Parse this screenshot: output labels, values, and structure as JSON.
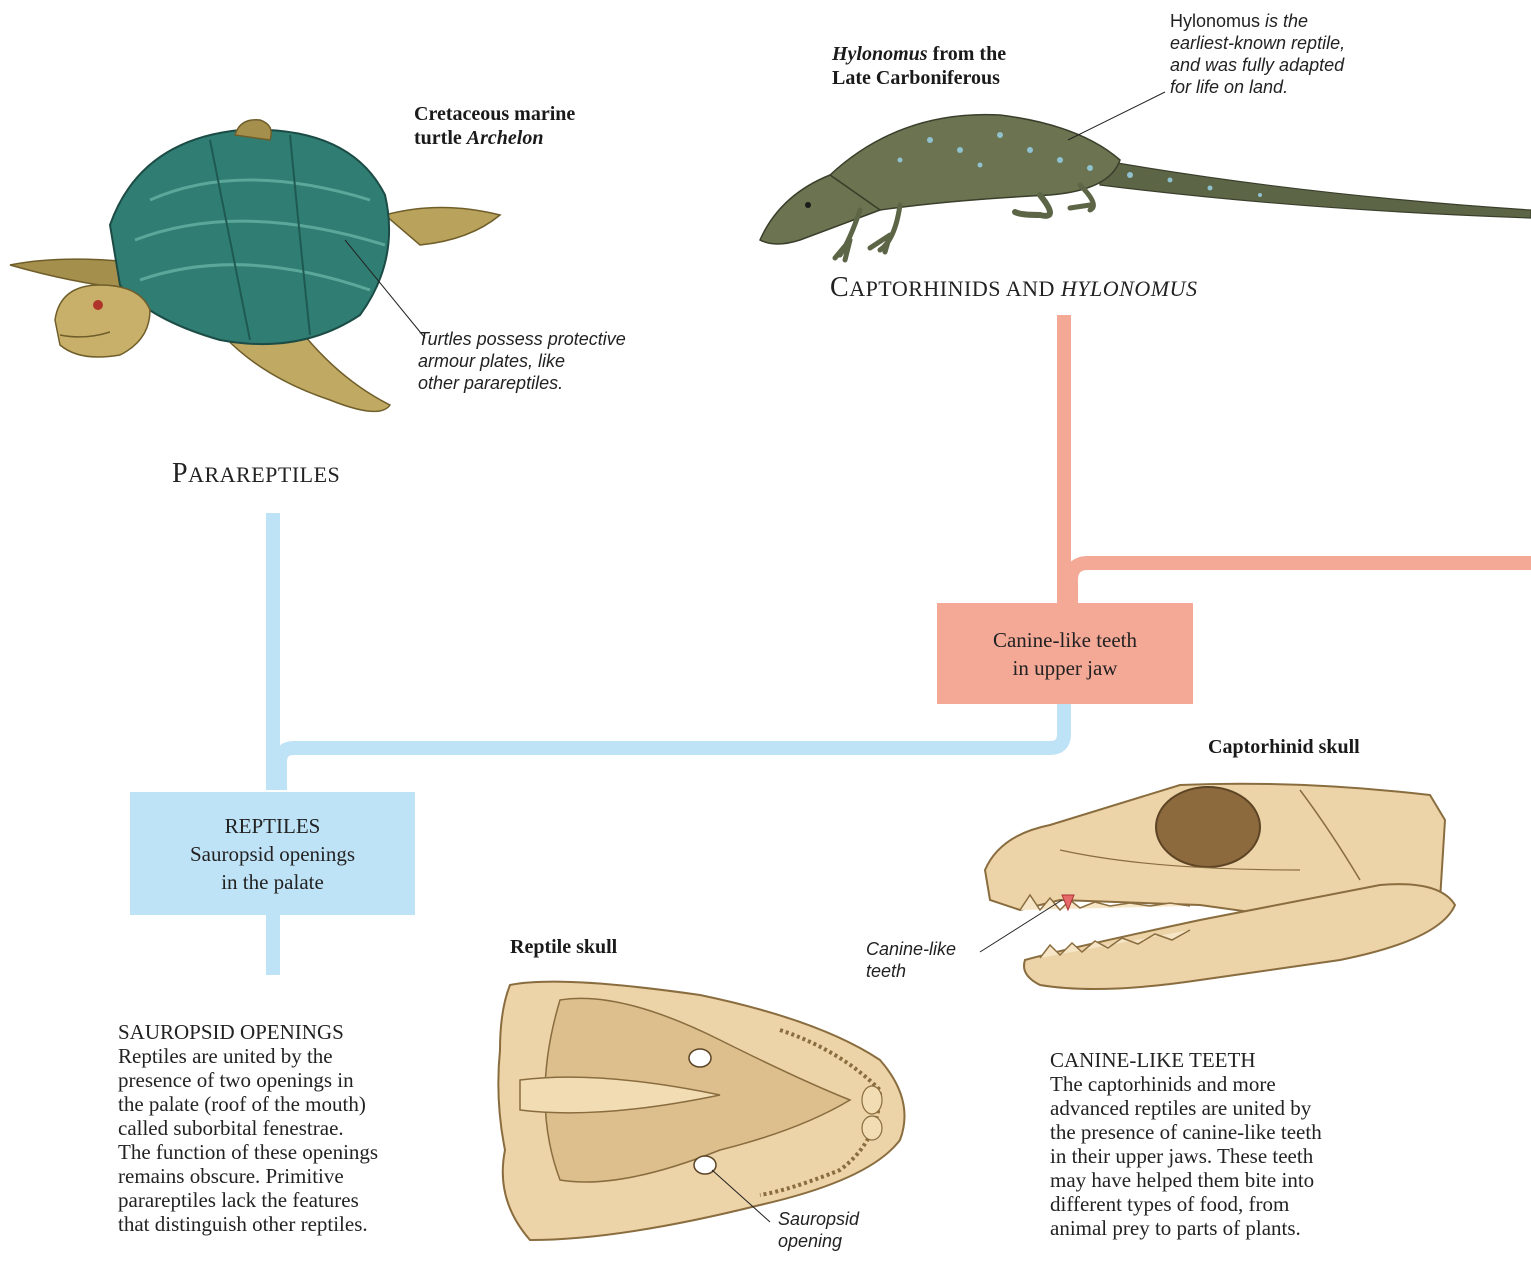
{
  "colors": {
    "blue_branch": "#bfe3f6",
    "salmon_branch": "#f4a896",
    "bone": "#ecd3a8",
    "bone_dark": "#b8945c",
    "turtle_shell": "#2f7d73",
    "lizard": "#6c7350"
  },
  "turtle": {
    "caption_line1": "Cretaceous marine",
    "caption_line2_plain": "turtle ",
    "caption_line2_italic": "Archelon",
    "note_line1": "Turtles possess protective",
    "note_line2": "armour plates, like",
    "note_line3": "other parareptiles.",
    "group_cap": "P",
    "group_rest": "ARAREPTILES"
  },
  "hylonomus": {
    "caption_italic": "Hylonomus",
    "caption_line1_rest": " from the",
    "caption_line2": "Late Carboniferous",
    "note_plain": "Hylonomus",
    "note_line1_rest": " is the",
    "note_line2": "earliest-known reptile,",
    "note_line3": "and was fully adapted",
    "note_line4": "for life on land.",
    "group_cap": "C",
    "group_rest": "APTORHINIDS AND ",
    "group_italic": "HYLONOMUS"
  },
  "canine_box": {
    "line1": "Canine-like teeth",
    "line2": "in upper jaw"
  },
  "reptiles_box": {
    "line1": "REPTILES",
    "line2": "Sauropsid openings",
    "line3": "in the palate"
  },
  "reptile_skull": {
    "caption": "Reptile skull",
    "label_line1": "Sauropsid",
    "label_line2": "opening"
  },
  "captorhinid_skull": {
    "caption": "Captorhinid skull",
    "label_line1": "Canine-like",
    "label_line2": "teeth"
  },
  "sauropsid_text": {
    "heading": "SAUROPSID OPENINGS",
    "lines": [
      "Reptiles are united by the",
      "presence of two openings in",
      "the palate (roof of the mouth)",
      "called suborbital fenestrae.",
      "The function of these openings",
      "remains obscure. Primitive",
      "parareptiles lack the features",
      "that distinguish other reptiles."
    ]
  },
  "canine_text": {
    "heading": "CANINE-LIKE TEETH",
    "lines": [
      "The captorhinids and more",
      "advanced reptiles are united by",
      "the presence of canine-like teeth",
      "in their upper jaws. These teeth",
      "may have helped them bite into",
      "different types of food, from",
      "animal prey to parts of plants."
    ]
  }
}
